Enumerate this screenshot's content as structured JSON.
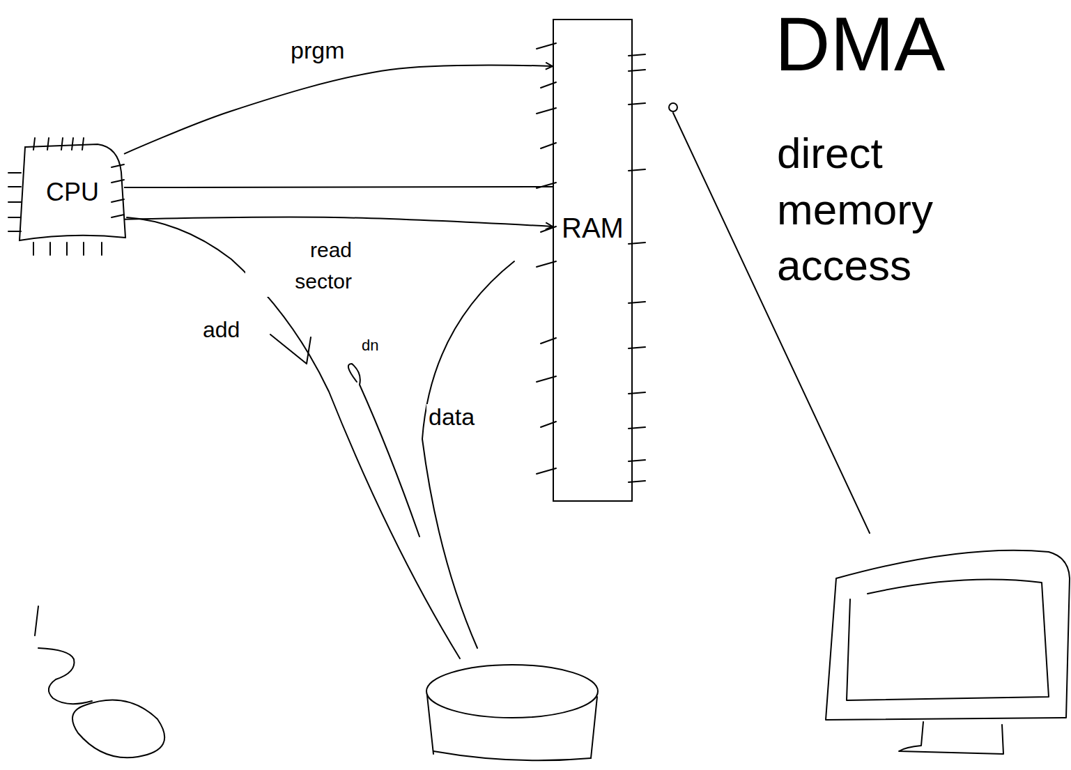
{
  "diagram": {
    "title": "DMA",
    "nodes": [
      {
        "text": [
          "CPU"
        ]
      },
      {
        "text": [
          "RAM"
        ]
      }
    ],
    "edges": [
      {
        "from": 0,
        "to": 1,
        "label": "prgm",
        "arrow": "to"
      },
      {
        "from": 0,
        "to": 1,
        "arrow": "none"
      },
      {
        "from": 0,
        "to": 1,
        "arrow": "to"
      }
    ],
    "labels": [
      "direct memory access",
      "read sector",
      "add",
      "dn",
      "data"
    ]
  }
}
